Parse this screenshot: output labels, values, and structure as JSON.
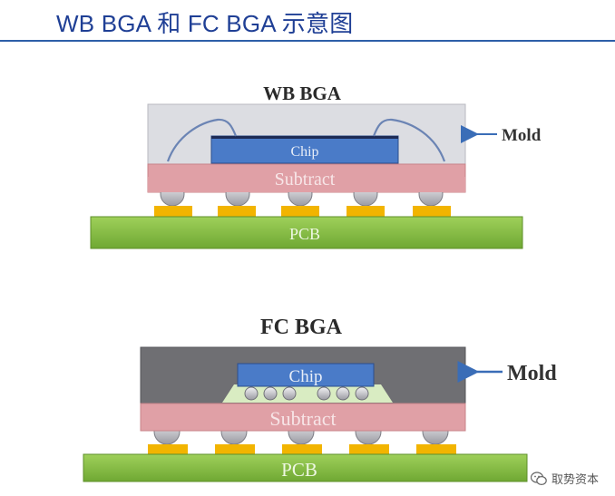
{
  "title": "WB BGA 和 FC BGA 示意图",
  "wb": {
    "heading": "WB BGA",
    "chip": "Chip",
    "substrate": "Subtract",
    "pcb": "PCB",
    "mold": "Mold"
  },
  "fc": {
    "heading": "FC BGA",
    "chip": "Chip",
    "substrate": "Subtract",
    "pcb": "PCB",
    "mold": "Mold"
  },
  "watermark": {
    "text": "取势资本",
    "icon": "wechat-icon"
  },
  "colors": {
    "title": "#1f3f95",
    "rule": "#2d5fa8",
    "wb_mold": "#dcdde2",
    "fc_mold": "#6f6f73",
    "chip": "#4a7bc8",
    "substrate": "#e0a0a6",
    "pcb": "#8cc24a",
    "pad": "#f2b400",
    "ball": "#d8d8dc",
    "arrow": "#3a6db7"
  }
}
